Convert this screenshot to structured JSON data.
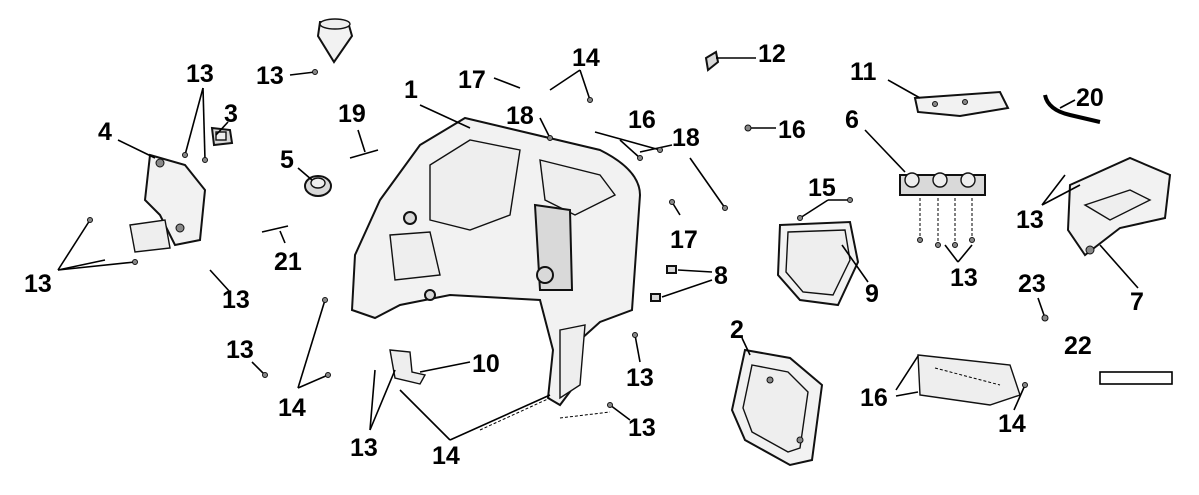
{
  "callouts": {
    "c1": "1",
    "c2": "2",
    "c3": "3",
    "c4": "4",
    "c5": "5",
    "c6": "6",
    "c7": "7",
    "c8": "8",
    "c9": "9",
    "c10": "10",
    "c11": "11",
    "c12": "12",
    "c13": "13",
    "c14": "14",
    "c15": "15",
    "c16": "16",
    "c17": "17",
    "c18": "18",
    "c19": "19",
    "c20": "20",
    "c21": "21",
    "c22": "22",
    "c23": "23"
  },
  "colors": {
    "line": "#000000",
    "part_fill": "#f2f2f2",
    "background": "#ffffff"
  }
}
